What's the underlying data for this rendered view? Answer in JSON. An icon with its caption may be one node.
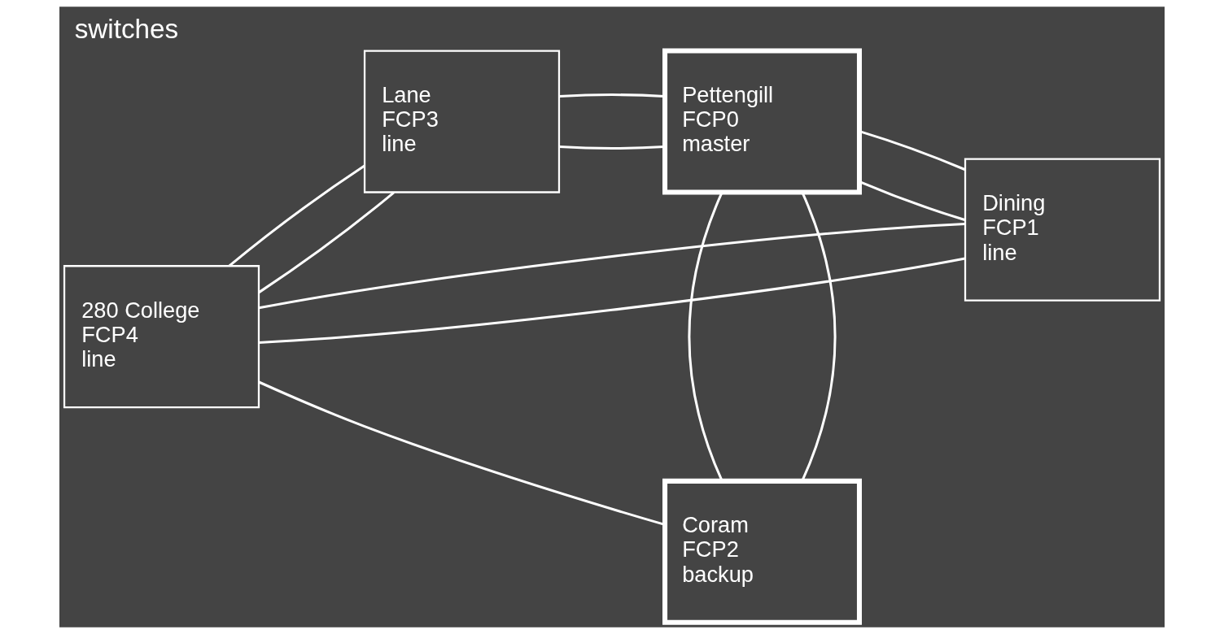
{
  "diagram": {
    "title": "switches",
    "nodes": [
      {
        "text": [
          "280 College",
          "FCP4",
          "line"
        ]
      },
      {
        "text": [
          "Lane",
          "FCP3",
          "line"
        ]
      },
      {
        "text": [
          "Pettengill",
          "FCP0",
          "master"
        ]
      },
      {
        "text": [
          "Dining",
          "FCP1",
          "line"
        ]
      },
      {
        "text": [
          "Coram",
          "FCP2",
          "backup"
        ]
      }
    ],
    "edges": [
      {
        "from": 0,
        "to": 3,
        "arrow": "none"
      },
      {
        "from": 0,
        "to": 3,
        "arrow": "none"
      },
      {
        "from": 0,
        "to": 1,
        "arrow": "none"
      },
      {
        "from": 0,
        "to": 1,
        "arrow": "none"
      },
      {
        "from": 1,
        "to": 2,
        "arrow": "none"
      },
      {
        "from": 1,
        "to": 2,
        "arrow": "none"
      },
      {
        "from": 2,
        "to": 3,
        "arrow": "none"
      },
      {
        "from": 2,
        "to": 3,
        "arrow": "none"
      },
      {
        "from": 2,
        "to": 4,
        "arrow": "none"
      },
      {
        "from": 2,
        "to": 4,
        "arrow": "none"
      },
      {
        "from": 0,
        "to": 4,
        "arrow": "none"
      }
    ]
  }
}
